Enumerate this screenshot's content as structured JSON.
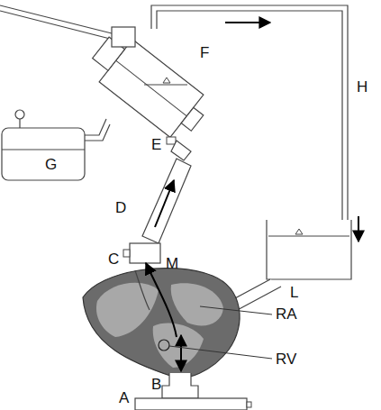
{
  "diagram": {
    "labels": [
      "F",
      "G",
      "H",
      "E",
      "D",
      "C",
      "M",
      "L",
      "RA",
      "RV",
      "B",
      "A"
    ]
  }
}
